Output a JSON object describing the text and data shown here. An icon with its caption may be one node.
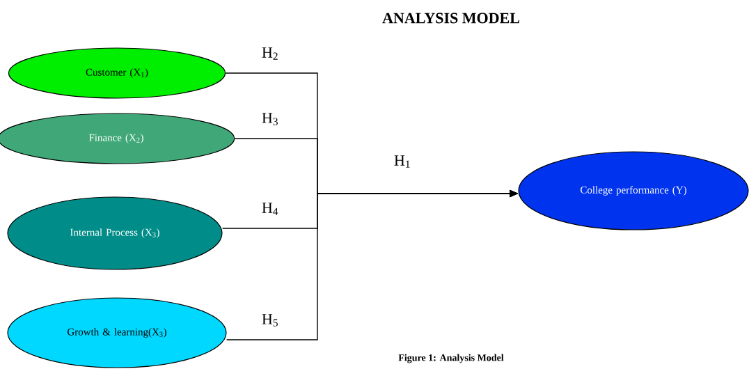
{
  "diagram": {
    "title": "ANALYSIS MODEL",
    "caption": "Figure 1: Analysis Model",
    "nodes": [
      {
        "text": [
          "Customer (X$_{1}$)"
        ]
      },
      {
        "text": [
          "Finance  (X$_{2}$)"
        ]
      },
      {
        "text": [
          "Internal  Process (X$_{3}$)"
        ]
      },
      {
        "text": [
          "Growth & learning(X$_{3}$)"
        ]
      },
      {
        "text": [
          "College performance  (Y)"
        ]
      }
    ],
    "edges": [
      {
        "from": 0,
        "to": 4,
        "arrow": "to",
        "label": "H$_{2}$"
      },
      {
        "from": 1,
        "to": 4,
        "arrow": "to",
        "label": "H$_{3}$"
      },
      {
        "from": 2,
        "to": 4,
        "arrow": "to",
        "label": "H$_{4}$"
      },
      {
        "from": 3,
        "to": 4,
        "arrow": "to",
        "label": "H$_{5}$"
      }
    ],
    "labels": [
      "H$_{1}$"
    ]
  }
}
